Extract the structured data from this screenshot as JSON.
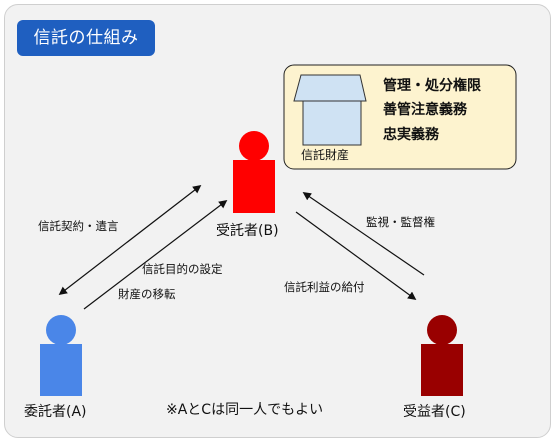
{
  "title": "信託の仕組み",
  "colors": {
    "badge": "#1f5fc0",
    "settlor": "#4a86e8",
    "trustee": "#ff0000",
    "beneficiary": "#990000",
    "property_box_fill": "#fdf3cf",
    "property_house_fill": "#cfe2f3"
  },
  "property": {
    "label": "信託財産",
    "duties": [
      "管理・処分権限",
      "善管注意義務",
      "忠実義務"
    ]
  },
  "parties": {
    "trustee": "受託者(B)",
    "settlor": "委託者(A)",
    "beneficiary": "受益者(C)"
  },
  "relations": {
    "trust_contract_will": "信託契約・遺言",
    "trust_purpose_setting": "信託目的の設定",
    "property_transfer": "財産の移転",
    "supervision": "監視・監督権",
    "benefit_provision": "信託利益の給付"
  },
  "note": "※AとCは同一人でもよい"
}
